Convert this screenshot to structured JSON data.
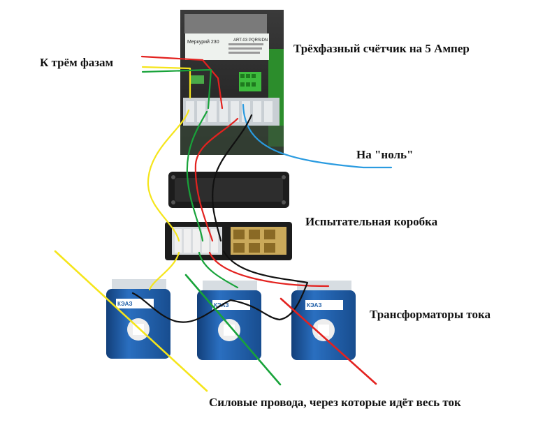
{
  "labels": {
    "phases": "К трём фазам",
    "meter": "Трёхфазный счётчик на 5 Ампер",
    "zero": "На \"ноль\"",
    "test_box": "Испытательная коробка",
    "current_transformers": "Трансформаторы тока",
    "power_wires": "Силовые провода, через которые идёт весь ток"
  },
  "device_text": {
    "meter_model": "Меркурий 230",
    "meter_code": "ART-03 PQRSIDN",
    "ct_brand": "КЭАЗ"
  },
  "wire_colors": {
    "phase_a": "#f5e51b",
    "phase_b": "#18a33a",
    "phase_c": "#e3221f",
    "neutral": "#2a9be0",
    "return": "#111111"
  },
  "device_colors": {
    "meter_body": "#2c2c2c",
    "terminal_green": "#3dbb3d",
    "ct_body": "#1f5fa8",
    "box_body": "#1c1c1c"
  }
}
